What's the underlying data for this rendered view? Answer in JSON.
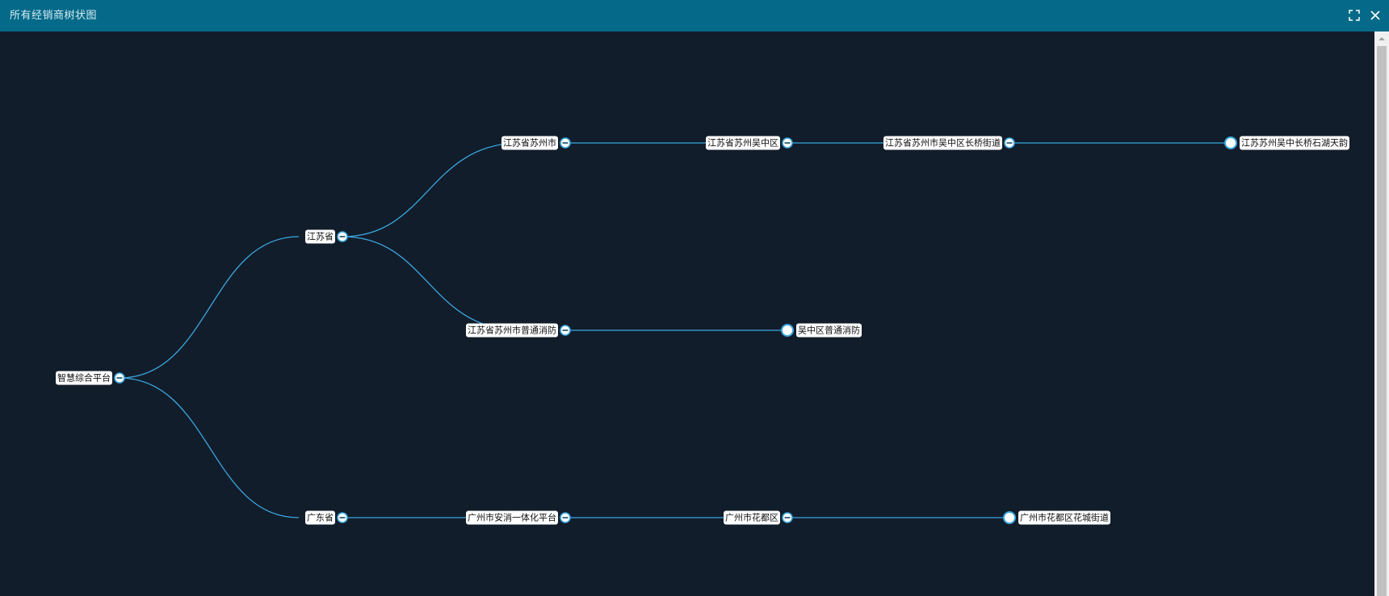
{
  "window": {
    "title": "所有经销商树状图",
    "maximize_icon": "maximize-icon",
    "close_icon": "close-icon",
    "titlebar_color": "#056a89",
    "background_color": "#121d2b",
    "edge_color": "#3aa7e0"
  },
  "tree": {
    "root": "智慧综合平台",
    "nodes": {
      "root": "智慧综合平台",
      "jiangsu": "江苏省",
      "guangdong": "广东省",
      "suzhou": "江苏省苏州市",
      "suzhou_xintong": "江苏省苏州市普通消防",
      "wuzhong": "江苏省苏州吴中区",
      "changqiao": "江苏省苏州市吴中区长桥街道",
      "shihu": "江苏苏州吴中长桥石湖天韵",
      "wuzhong_xintong": "吴中区普通消防",
      "gz_anxiao": "广州市安消一体化平台",
      "huadu": "广州市花都区",
      "huacheng": "广州市花都区花城街道"
    }
  }
}
